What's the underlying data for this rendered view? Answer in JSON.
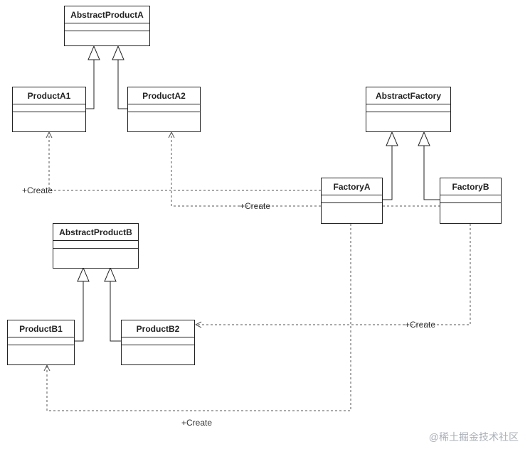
{
  "classes": {
    "abstract_product_a": "AbstractProductA",
    "product_a1": "ProductA1",
    "product_a2": "ProductA2",
    "abstract_factory": "AbstractFactory",
    "factory_a": "FactoryA",
    "factory_b": "FactoryB",
    "abstract_product_b": "AbstractProductB",
    "product_b1": "ProductB1",
    "product_b2": "ProductB2"
  },
  "relations": {
    "create_a1": "+Create",
    "create_a2": "+Create",
    "create_b2": "+Create",
    "create_b1": "+Create"
  },
  "watermark": "@稀土掘金技术社区"
}
